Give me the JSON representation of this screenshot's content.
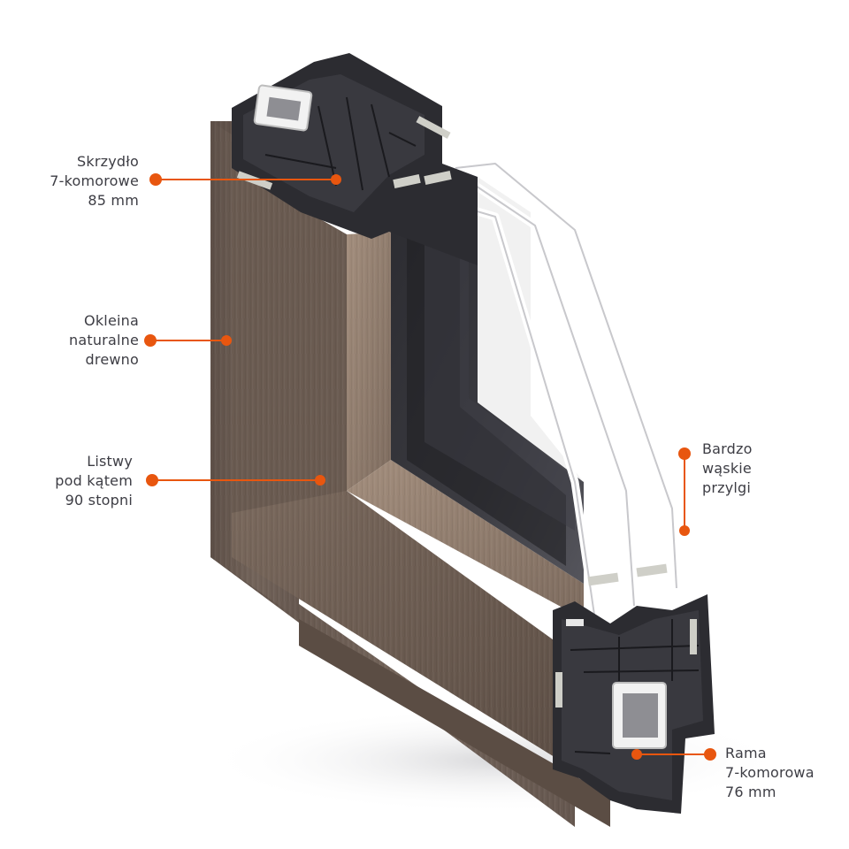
{
  "callouts": [
    {
      "id": "skrzydlo",
      "lines": [
        "Skrzydło",
        "7-komorowe",
        "85 mm"
      ]
    },
    {
      "id": "okleina",
      "lines": [
        "Okleina",
        "naturalne",
        "drewno"
      ]
    },
    {
      "id": "listwy",
      "lines": [
        "Listwy",
        "pod kątem",
        "90 stopni"
      ]
    },
    {
      "id": "przylgi",
      "lines": [
        "Bardzo",
        "wąskie",
        "przylgi"
      ]
    },
    {
      "id": "rama",
      "lines": [
        "Rama",
        "7-komorowa",
        "76 mm"
      ]
    }
  ],
  "colors": {
    "accent": "#e8560f",
    "label_text": "#3d3d44",
    "wood": "#6e5f55",
    "wood_light": "#9a8574",
    "profile": "#2a2a2e",
    "glass": "#3a3a3f",
    "reinforcement": "#e8e8e8"
  }
}
